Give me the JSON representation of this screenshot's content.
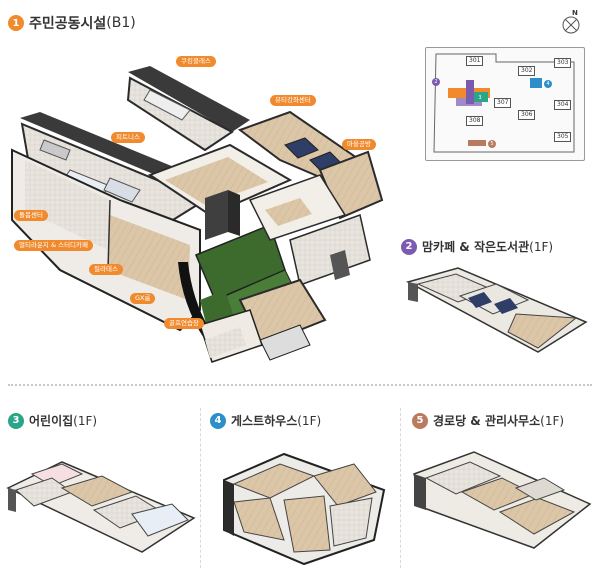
{
  "sections": [
    {
      "num": "1",
      "name": "주민공동시설",
      "suffix": "(B1)",
      "color": "#f08a2c"
    },
    {
      "num": "2",
      "name": "맘카페 & 작은도서관",
      "suffix": "(1F)",
      "color": "#7b5bb0"
    },
    {
      "num": "3",
      "name": "어린이집",
      "suffix": "(1F)",
      "color": "#2aa58a"
    },
    {
      "num": "4",
      "name": "게스트하우스",
      "suffix": "(1F)",
      "color": "#2d8fc9"
    },
    {
      "num": "5",
      "name": "경로당 & 관리사무소",
      "suffix": "(1F)",
      "color": "#b97a5f"
    }
  ],
  "facility_labels": [
    "쿠킹클래스",
    "뷰티강좌센터",
    "피트니스",
    "마을공방",
    "돌봄센터",
    "멀티라운지 & 스터디카페",
    "필라테스",
    "GX룸",
    "골프연습장"
  ],
  "minimap": {
    "buildings": [
      "301",
      "302",
      "303",
      "304",
      "305",
      "306",
      "307",
      "308"
    ],
    "markers": [
      "2",
      "3",
      "4",
      "5"
    ],
    "compass": "N"
  },
  "colors": {
    "accent": "#f08a2c",
    "floor_wood": "#d9c2a4",
    "floor_green": "#3d6b2e"
  }
}
